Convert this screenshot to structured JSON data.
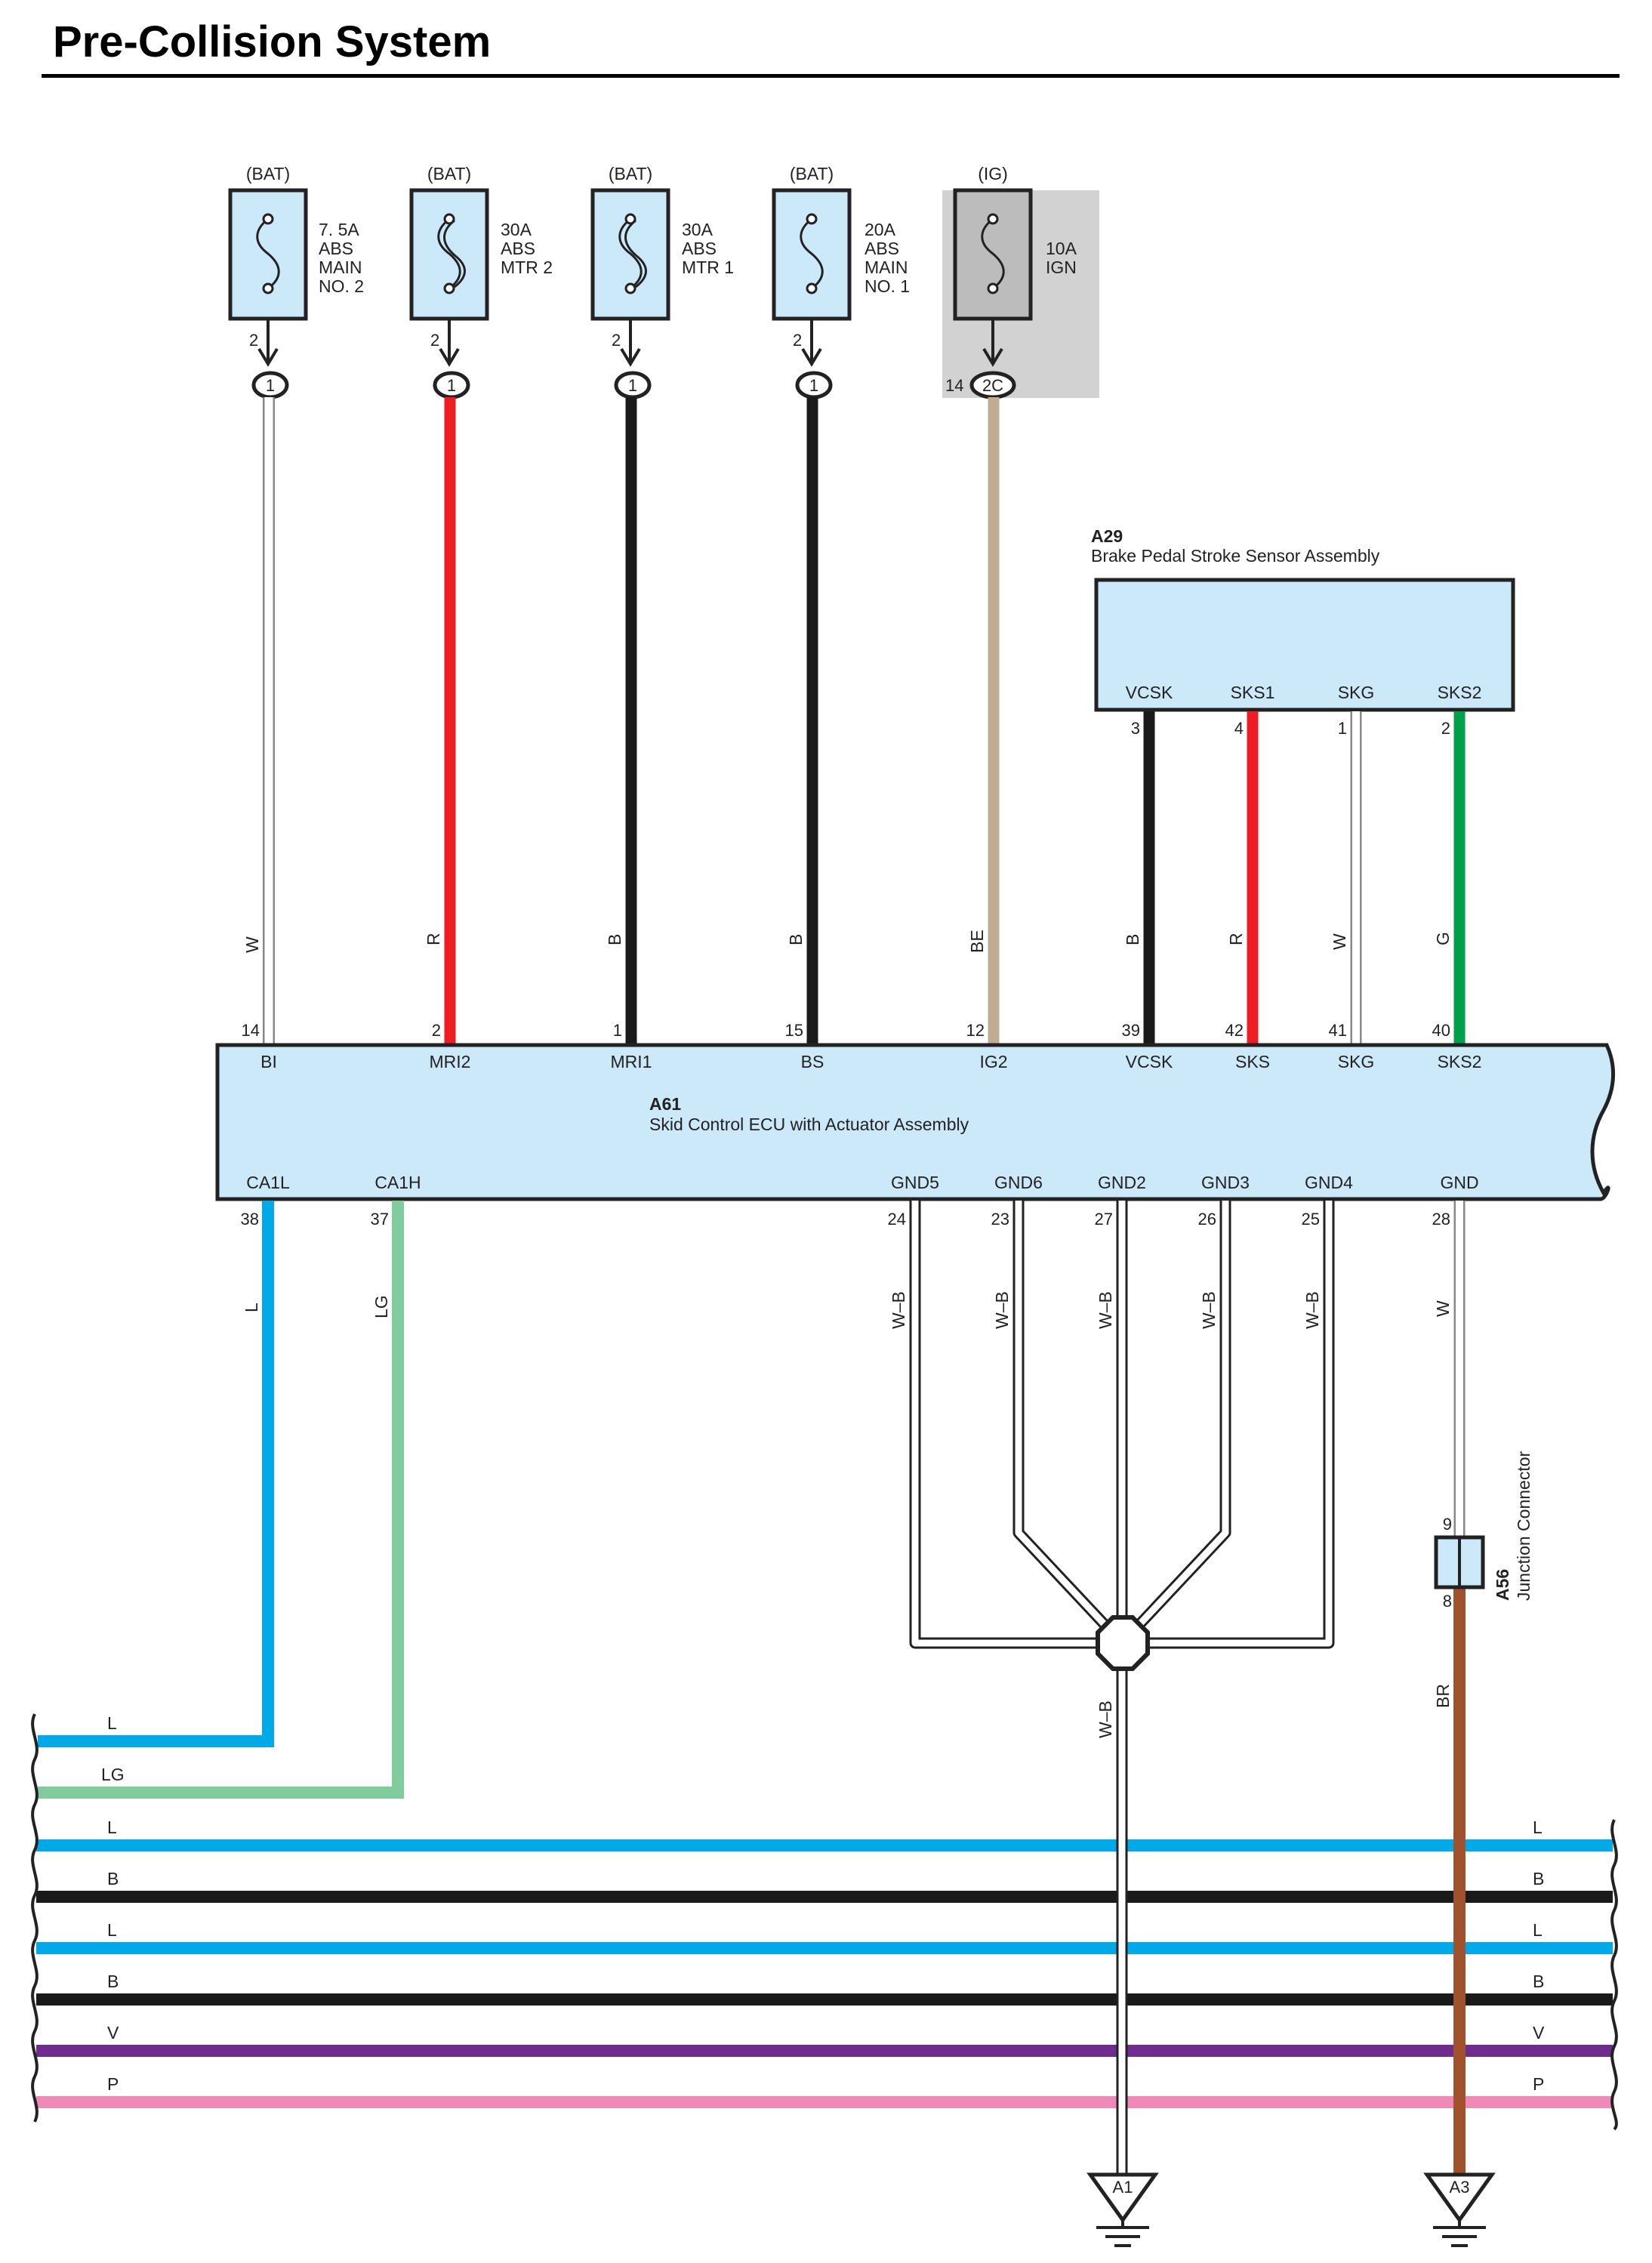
{
  "title": "Pre-Collision System",
  "colors": {
    "W": "#ffffff",
    "R": "#ee1c25",
    "B": "#1a1a1a",
    "BE": "#c2ab93",
    "G": "#00a04a",
    "L": "#00a9e8",
    "LG": "#80cc9c",
    "V": "#6f2c8f",
    "P": "#f088b8",
    "BR": "#a0522d",
    "component_fill": "#cce9f9",
    "ig_shade": "#d2d2d2",
    "fuse_ig_fill": "#bcbcbc"
  },
  "fuses": [
    {
      "source": "(BAT)",
      "amp": "7. 5A",
      "name": [
        "ABS",
        "MAIN",
        "NO. 2"
      ],
      "pin": "2",
      "conn": "1",
      "conn_pin": ""
    },
    {
      "source": "(BAT)",
      "amp": "30A",
      "name": [
        "ABS",
        "MTR 2"
      ],
      "pin": "2",
      "conn": "1",
      "conn_pin": ""
    },
    {
      "source": "(BAT)",
      "amp": "30A",
      "name": [
        "ABS",
        "MTR 1"
      ],
      "pin": "2",
      "conn": "1",
      "conn_pin": ""
    },
    {
      "source": "(BAT)",
      "amp": "20A",
      "name": [
        "ABS",
        "MAIN",
        "NO. 1"
      ],
      "pin": "2",
      "conn": "1",
      "conn_pin": ""
    },
    {
      "source": "(IG)",
      "amp": "10A",
      "name": [
        "IGN"
      ],
      "pin": "",
      "conn": "2C",
      "conn_pin": "14"
    }
  ],
  "a29": {
    "code": "A29",
    "name": "Brake Pedal Stroke Sensor Assembly",
    "terminals": [
      {
        "name": "VCSK",
        "pin": "3",
        "color": "B"
      },
      {
        "name": "SKS1",
        "pin": "4",
        "color": "R"
      },
      {
        "name": "SKG",
        "pin": "1",
        "color": "W"
      },
      {
        "name": "SKS2",
        "pin": "2",
        "color": "G"
      }
    ]
  },
  "a61": {
    "code": "A61",
    "name": "Skid Control ECU with Actuator Assembly",
    "top_terminals": [
      {
        "name": "BI",
        "pin": "14",
        "color": "W"
      },
      {
        "name": "MRI2",
        "pin": "2",
        "color": "R"
      },
      {
        "name": "MRI1",
        "pin": "1",
        "color": "B"
      },
      {
        "name": "BS",
        "pin": "15",
        "color": "B"
      },
      {
        "name": "IG2",
        "pin": "12",
        "color": "BE"
      },
      {
        "name": "VCSK",
        "pin": "39",
        "color": "B"
      },
      {
        "name": "SKS",
        "pin": "42",
        "color": "R"
      },
      {
        "name": "SKG",
        "pin": "41",
        "color": "W"
      },
      {
        "name": "SKS2",
        "pin": "40",
        "color": "G"
      }
    ],
    "bottom_terminals": [
      {
        "name": "CA1L",
        "pin": "38",
        "color": "L"
      },
      {
        "name": "CA1H",
        "pin": "37",
        "color": "LG"
      },
      {
        "name": "GND5",
        "pin": "24",
        "color": "W–B"
      },
      {
        "name": "GND6",
        "pin": "23",
        "color": "W–B"
      },
      {
        "name": "GND2",
        "pin": "27",
        "color": "W–B"
      },
      {
        "name": "GND3",
        "pin": "26",
        "color": "W–B"
      },
      {
        "name": "GND4",
        "pin": "25",
        "color": "W–B"
      },
      {
        "name": "GND",
        "pin": "28",
        "color": "W"
      }
    ]
  },
  "a56": {
    "code": "A56",
    "name": "Junction Connector",
    "pin_top": "9",
    "pin_bottom": "8"
  },
  "splice_wire": "W–B",
  "a56_out_wire": "BR",
  "bus_wires": [
    {
      "left": "L",
      "right": ""
    },
    {
      "left": "LG",
      "right": ""
    },
    {
      "left": "L",
      "right": "L"
    },
    {
      "left": "B",
      "right": "B"
    },
    {
      "left": "L",
      "right": "L"
    },
    {
      "left": "B",
      "right": "B"
    },
    {
      "left": "V",
      "right": "V"
    },
    {
      "left": "P",
      "right": "P"
    }
  ],
  "grounds": [
    {
      "label": "A1"
    },
    {
      "label": "A3"
    }
  ]
}
